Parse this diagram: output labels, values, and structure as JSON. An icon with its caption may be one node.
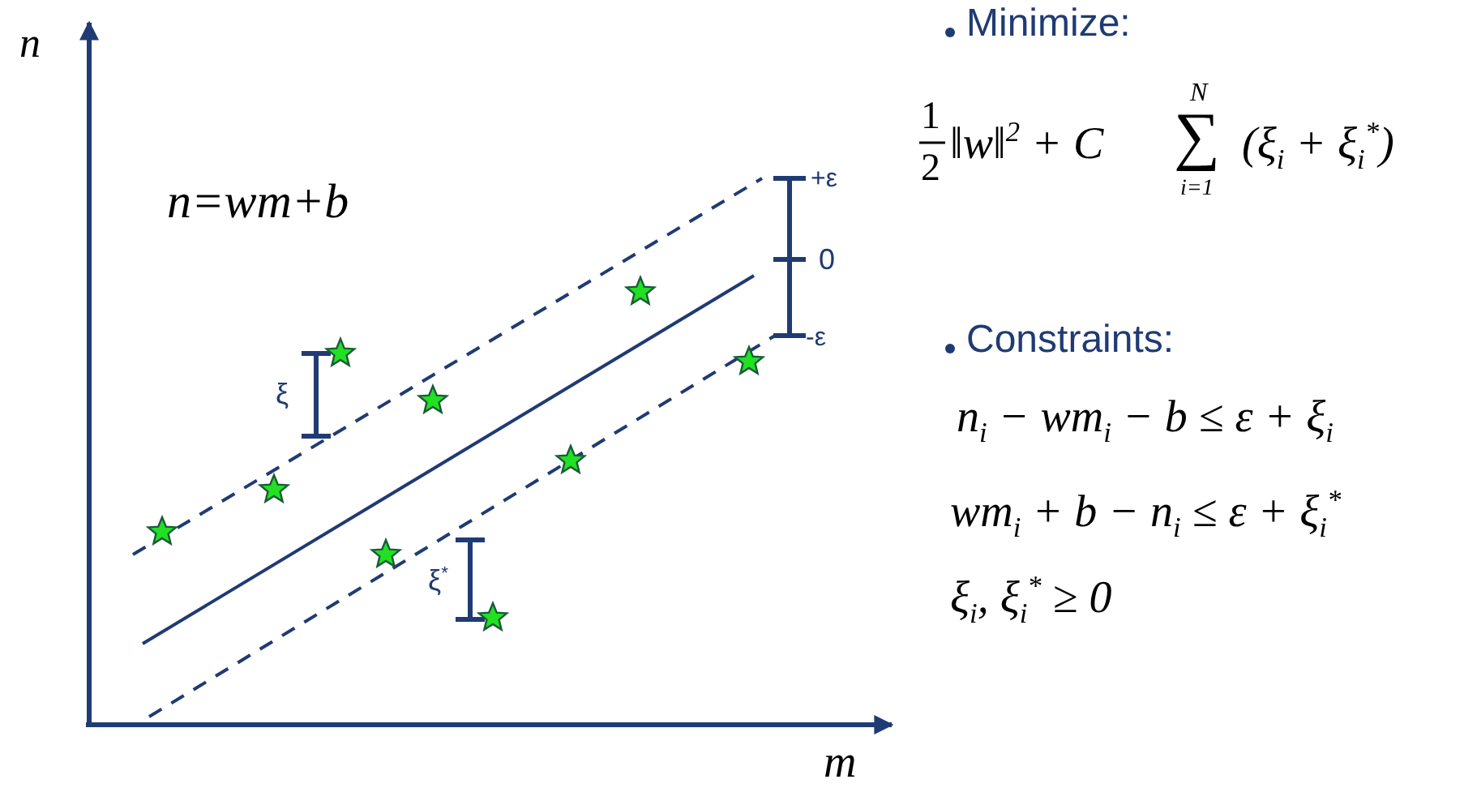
{
  "diagram": {
    "labels": [
      "n",
      "n=wm+b",
      "+ε",
      "0",
      "-ε",
      "ξ",
      "ξ$^{*}$",
      "m",
      "Minimize:",
      "1",
      "2",
      "‖w‖$^{2}$ + C",
      "N",
      "∑",
      "i=1",
      "(ξ$_{i}$ + ξ$_{i}$$^{*}$)",
      "Constraints:",
      "n$_{i}$ − wm$_{i}$ − b ≤ ε + ξ$_{i}$",
      "wm$_{i}$ + b − n$_{i}$ ≤ ε + ξ$_{i}$$^{*}$",
      "ξ$_{i}$, ξ$_{i}$$^{*}$ ≥ 0"
    ]
  }
}
